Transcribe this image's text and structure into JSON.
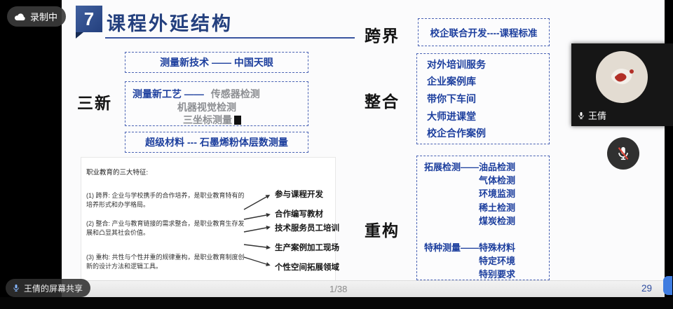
{
  "chrome": {
    "recording_badge": "录制中",
    "share_badge": "王倩的屏幕共享",
    "page_indicator": "1/38",
    "participant": {
      "name": "王倩"
    }
  },
  "slide": {
    "badge_number": "7",
    "title": "课程外延结构",
    "page_number": "29",
    "three_new": {
      "label": "三新",
      "box_tech": "测量新技术 —— 中国天眼",
      "box_craft_head": "测量新工艺 ——",
      "craft_items": [
        "传感器检测",
        "机器视觉检测",
        "三坐标测量"
      ],
      "box_material": "超级材料 --- 石墨烯粉体层数测量"
    },
    "crossover": {
      "label": "跨界",
      "line": "校企联合开发----课程标准"
    },
    "integration": {
      "label": "整合",
      "items": [
        "对外培训服务",
        "企业案例库",
        "带你下车间",
        "大师进课堂",
        "校企合作案例"
      ]
    },
    "reconstruction": {
      "label": "重构",
      "group1_head": "拓展检测——油品检测",
      "group1_items": [
        "气体检测",
        "环境监测",
        "稀土检测",
        "煤炭检测"
      ],
      "group2_head": "特种测量——特殊材料",
      "group2_items": [
        "特定环境",
        "特别要求"
      ]
    },
    "figure": {
      "heading": "职业教育的三大特征:",
      "paragraphs": [
        "(1) 跨界: 企业与学校携手的合作培养，是职业教育特有的培养形式和办学格局。",
        "(2) 整合: 产业与教育链接的需求整合，是职业教育生存发展和凸显其社会价值。",
        "(3) 重构: 共性与个性并重的规律重构，是职业教育制度创新的设计方法和逻辑工具。"
      ],
      "targets": [
        "参与课程开发",
        "合作编写教材",
        "技术服务员工培训",
        "生产案例加工现场",
        "个性空间拓展领域"
      ]
    }
  },
  "colors": {
    "accent_blue": "#1d3f9e",
    "title_blue": "#24407e",
    "mute_red": "#e0483c",
    "page_blue": "#2f4da0",
    "scroll_handle_blue": "#3f7ce0"
  }
}
